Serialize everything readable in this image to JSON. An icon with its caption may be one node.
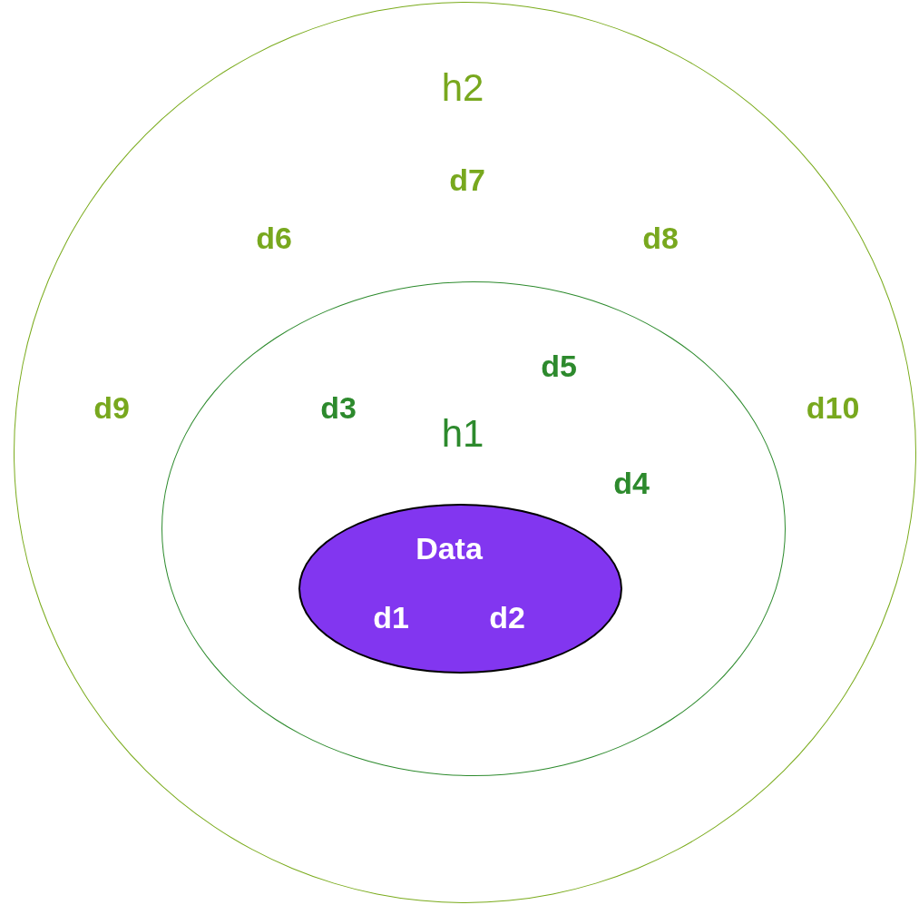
{
  "diagram": {
    "nodes": [
      {
        "text": [
          "h2",
          "d7",
          "d6",
          "d8",
          "d9",
          "d10"
        ]
      },
      {
        "text": [
          "d5",
          "d3",
          "h1",
          "d4"
        ],
        "in": 0
      },
      {
        "text": [
          "Data",
          "d1",
          "d2"
        ],
        "in": 1
      }
    ]
  }
}
